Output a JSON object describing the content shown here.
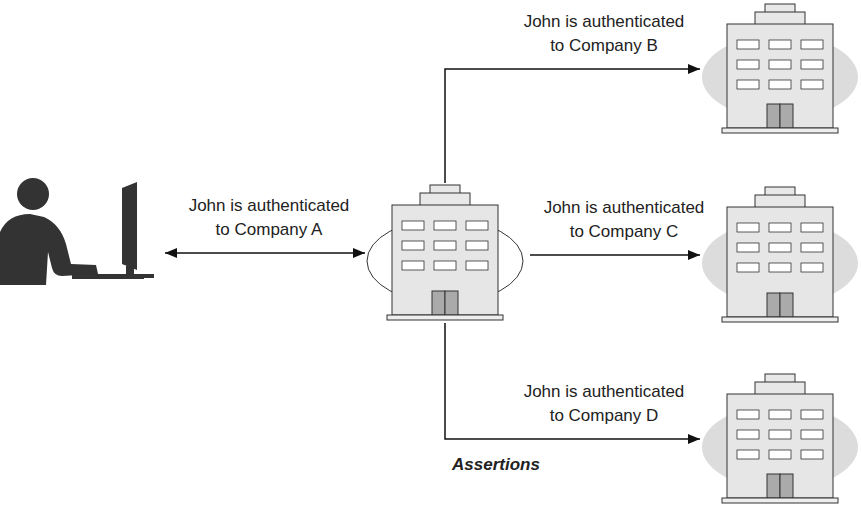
{
  "diagram": {
    "nodes": [
      {
        "text": []
      },
      {
        "text": []
      },
      {
        "text": []
      },
      {
        "text": []
      },
      {
        "text": []
      }
    ],
    "edges": [
      {
        "from": 0,
        "to": 1,
        "arrow": "both",
        "label": "John is authenticated to Company A"
      },
      {
        "from": 1,
        "to": 2,
        "arrow": "to",
        "label": "John is authenticated to Company B"
      },
      {
        "from": 1,
        "to": 3,
        "arrow": "to",
        "label": "John is authenticated to Company C"
      },
      {
        "from": 1,
        "to": 4,
        "arrow": "to",
        "label": "John is authenticated to Company D"
      }
    ],
    "labels": [
      "Assertions"
    ]
  }
}
